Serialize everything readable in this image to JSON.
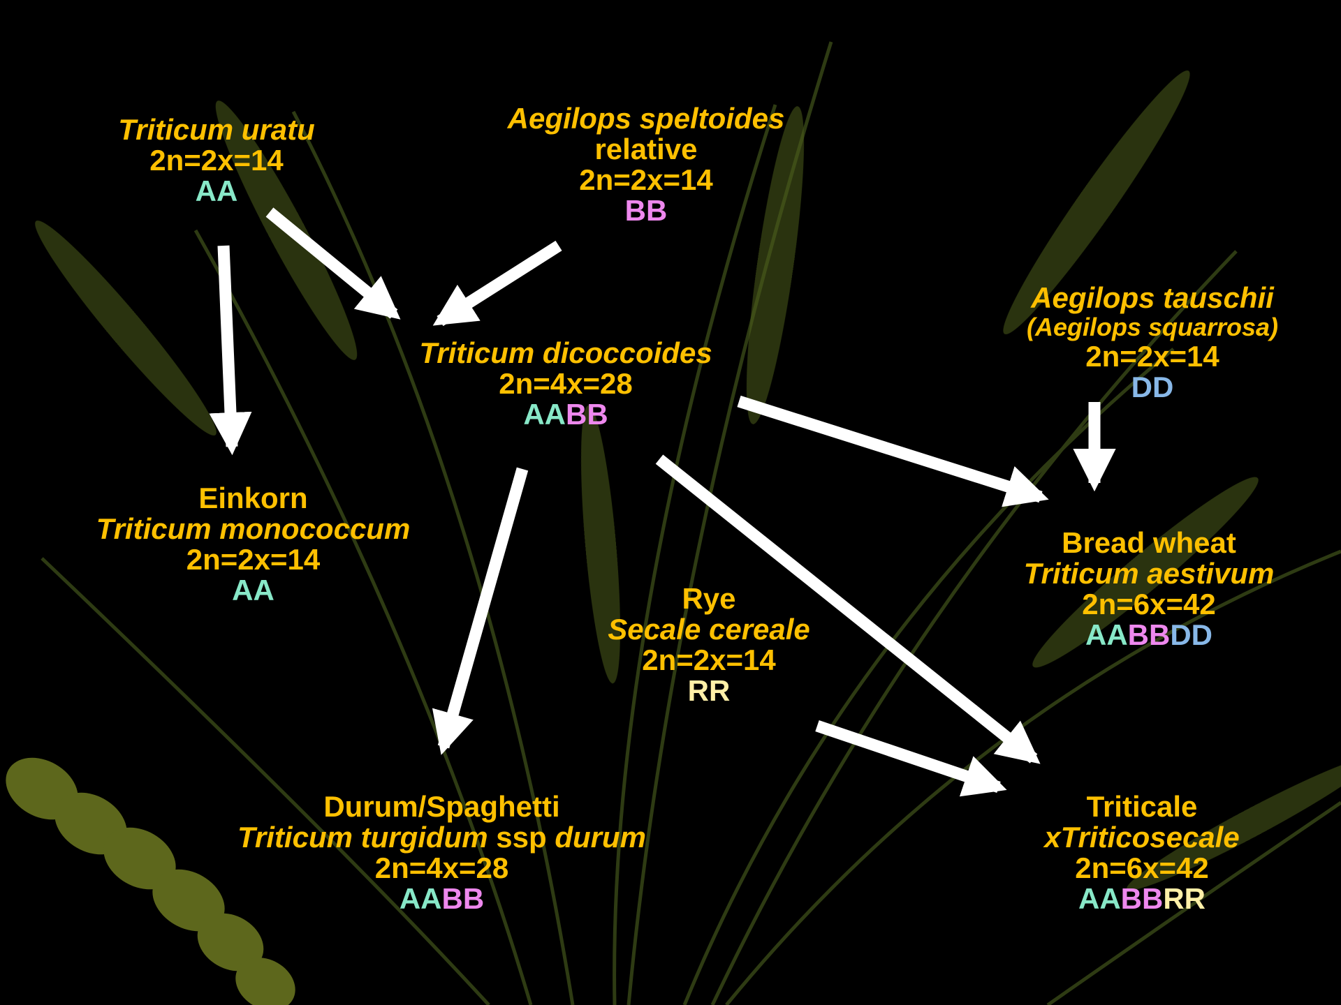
{
  "colors": {
    "label": "#FFC000",
    "genome_A": "#88E8C8",
    "genome_B": "#EE88EE",
    "genome_D": "#88B8E8",
    "genome_R": "#FFF0A8",
    "arrow": "#FFFFFF",
    "background": "#000000"
  },
  "nodes": {
    "urartu": {
      "species": "Triticum uratu",
      "ploidy": "2n=2x=14",
      "genome": [
        "AA"
      ]
    },
    "speltoides": {
      "species": "Aegilops speltoides",
      "note": "relative",
      "ploidy": "2n=2x=14",
      "genome": [
        "BB"
      ]
    },
    "tauschii": {
      "species": "Aegilops tauschii",
      "alt": "(Aegilops squarrosa)",
      "ploidy": "2n=2x=14",
      "genome": [
        "DD"
      ]
    },
    "dicoccoides": {
      "species": "Triticum dicoccoides",
      "ploidy": "2n=4x=28",
      "genome": [
        "AA",
        "BB"
      ]
    },
    "einkorn": {
      "common": "Einkorn",
      "species": "Triticum monococcum",
      "ploidy": "2n=2x=14",
      "genome": [
        "AA"
      ]
    },
    "rye": {
      "common": "Rye",
      "species": "Secale cereale",
      "ploidy": "2n=2x=14",
      "genome": [
        "RR"
      ]
    },
    "bread": {
      "common": "Bread wheat",
      "species": "Triticum aestivum",
      "ploidy": "2n=6x=42",
      "genome": [
        "AA",
        "BB",
        "DD"
      ]
    },
    "durum": {
      "common": "Durum/Spaghetti",
      "species_a": "Triticum turgidum",
      "species_b": " ssp ",
      "species_c": "durum",
      "ploidy": "2n=4x=28",
      "genome": [
        "AA",
        "BB"
      ]
    },
    "triticale": {
      "common": "Triticale",
      "species": "xTriticosecale",
      "ploidy": "2n=6x=42",
      "genome": [
        "AA",
        "BB",
        "RR"
      ]
    }
  },
  "edges": [
    {
      "from": "urartu",
      "to": "einkorn"
    },
    {
      "from": "urartu",
      "to": "dicoccoides"
    },
    {
      "from": "speltoides",
      "to": "dicoccoides"
    },
    {
      "from": "dicoccoides",
      "to": "durum"
    },
    {
      "from": "dicoccoides",
      "to": "bread"
    },
    {
      "from": "dicoccoides",
      "to": "triticale"
    },
    {
      "from": "tauschii",
      "to": "bread"
    },
    {
      "from": "rye",
      "to": "triticale"
    }
  ]
}
